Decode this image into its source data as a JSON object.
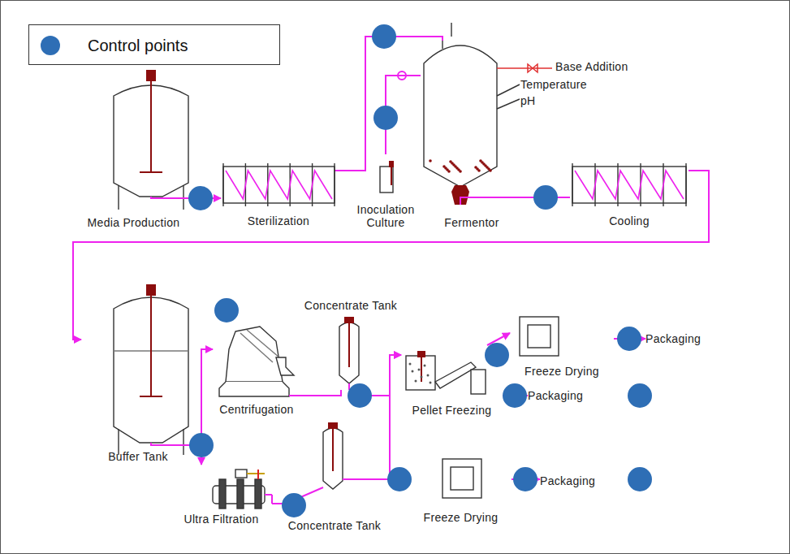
{
  "diagram": {
    "nodes": [
      {
        "text": [
          "Media Production"
        ]
      },
      {
        "text": [
          "Sterilization"
        ]
      },
      {
        "text": [
          "Inoculation Culture"
        ]
      },
      {
        "text": [
          "Fermentor"
        ]
      },
      {
        "text": [
          "Cooling"
        ]
      },
      {
        "text": [
          "Buffer Tank"
        ]
      },
      {
        "text": [
          "Centrifugation"
        ]
      },
      {
        "text": [
          "Concentrate Tank"
        ]
      },
      {
        "text": [
          "Pellet Freezing"
        ]
      },
      {
        "text": [
          "Freeze Drying"
        ]
      },
      {
        "text": [
          "Packaging"
        ]
      },
      {
        "text": [
          "Packaging"
        ]
      },
      {
        "text": [
          "Ultra Filtration"
        ]
      },
      {
        "text": [
          "Concentrate Tank"
        ]
      },
      {
        "text": [
          "Freeze Drying"
        ]
      },
      {
        "text": [
          "Packaging"
        ]
      }
    ],
    "edges": [
      {
        "from": 0,
        "to": 1,
        "arrow": "to"
      },
      {
        "from": 1,
        "to": 3,
        "arrow": "none"
      },
      {
        "from": 2,
        "to": 3,
        "arrow": "none"
      },
      {
        "from": 3,
        "to": 4,
        "arrow": "none"
      },
      {
        "from": 4,
        "to": 5,
        "arrow": "to"
      },
      {
        "from": 5,
        "to": 6,
        "arrow": "to"
      },
      {
        "from": 5,
        "to": 12,
        "arrow": "to"
      },
      {
        "from": 6,
        "to": 7,
        "arrow": "none"
      },
      {
        "from": 7,
        "to": 8,
        "arrow": "to"
      },
      {
        "from": 8,
        "to": 9,
        "arrow": "to"
      },
      {
        "from": 8,
        "to": 11,
        "arrow": "to"
      },
      {
        "from": 9,
        "to": 10,
        "arrow": "to"
      },
      {
        "from": 12,
        "to": 13,
        "arrow": "none"
      },
      {
        "from": 13,
        "to": 14,
        "arrow": "to"
      },
      {
        "from": 13,
        "to": 8,
        "arrow": "to"
      },
      {
        "from": 14,
        "to": 15,
        "arrow": "to"
      }
    ],
    "labels": [
      "Base Addition",
      "Temperature",
      "pH"
    ],
    "legend": [
      {
        "text": "Control points",
        "color": "#2e6eb5"
      }
    ]
  }
}
